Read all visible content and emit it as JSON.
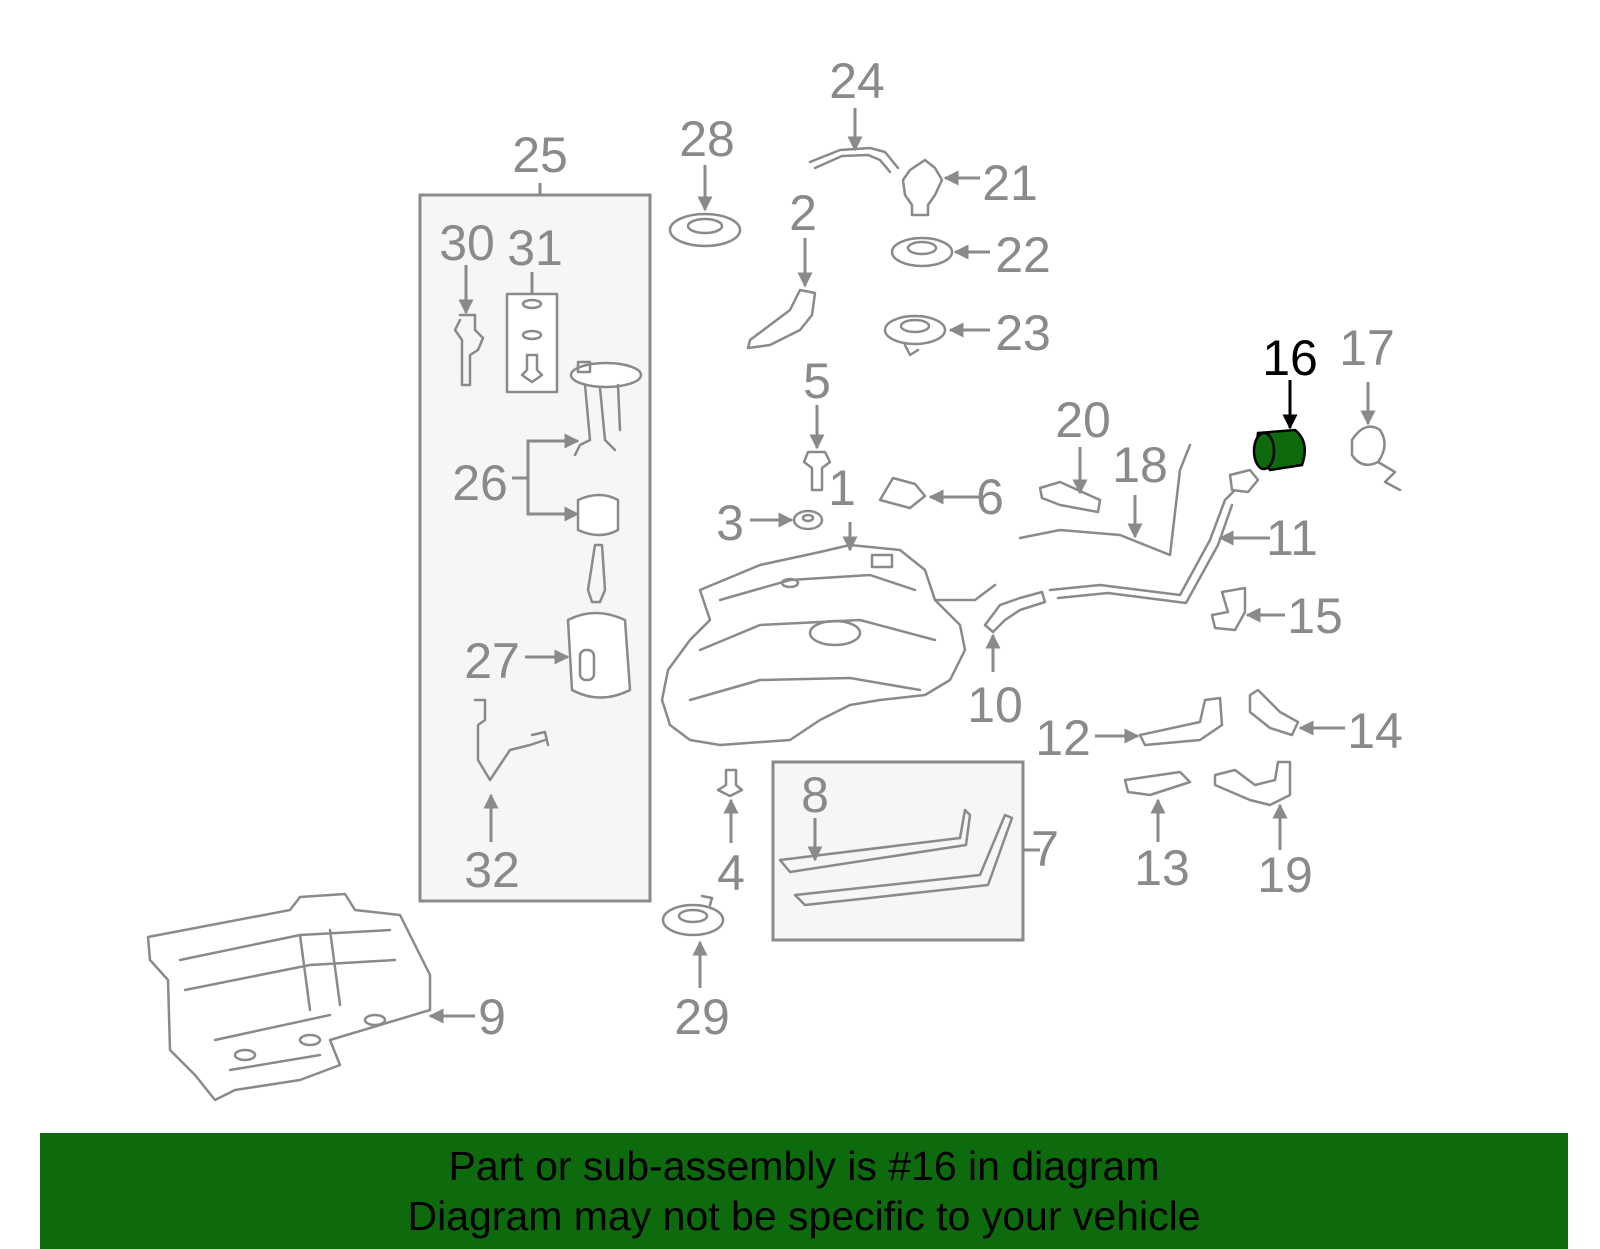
{
  "diagram": {
    "highlight_color": "#0d6b0d",
    "callouts": [
      {
        "id": "1",
        "label": "1"
      },
      {
        "id": "2",
        "label": "2"
      },
      {
        "id": "3",
        "label": "3"
      },
      {
        "id": "4",
        "label": "4"
      },
      {
        "id": "5",
        "label": "5"
      },
      {
        "id": "6",
        "label": "6"
      },
      {
        "id": "7",
        "label": "7"
      },
      {
        "id": "8",
        "label": "8"
      },
      {
        "id": "9",
        "label": "9"
      },
      {
        "id": "10",
        "label": "10"
      },
      {
        "id": "11",
        "label": "11"
      },
      {
        "id": "12",
        "label": "12"
      },
      {
        "id": "13",
        "label": "13"
      },
      {
        "id": "14",
        "label": "14"
      },
      {
        "id": "15",
        "label": "15"
      },
      {
        "id": "16",
        "label": "16",
        "highlighted": true
      },
      {
        "id": "17",
        "label": "17"
      },
      {
        "id": "18",
        "label": "18"
      },
      {
        "id": "19",
        "label": "19"
      },
      {
        "id": "20",
        "label": "20"
      },
      {
        "id": "21",
        "label": "21"
      },
      {
        "id": "22",
        "label": "22"
      },
      {
        "id": "23",
        "label": "23"
      },
      {
        "id": "24",
        "label": "24"
      },
      {
        "id": "25",
        "label": "25"
      },
      {
        "id": "26",
        "label": "26"
      },
      {
        "id": "27",
        "label": "27"
      },
      {
        "id": "28",
        "label": "28"
      },
      {
        "id": "29",
        "label": "29"
      },
      {
        "id": "30",
        "label": "30"
      },
      {
        "id": "31",
        "label": "31"
      },
      {
        "id": "32",
        "label": "32"
      }
    ]
  },
  "banner": {
    "line1": "Part or sub-assembly is #16 in diagram",
    "line2": "Diagram may not be specific to your vehicle",
    "background": "#0d6b0d"
  }
}
